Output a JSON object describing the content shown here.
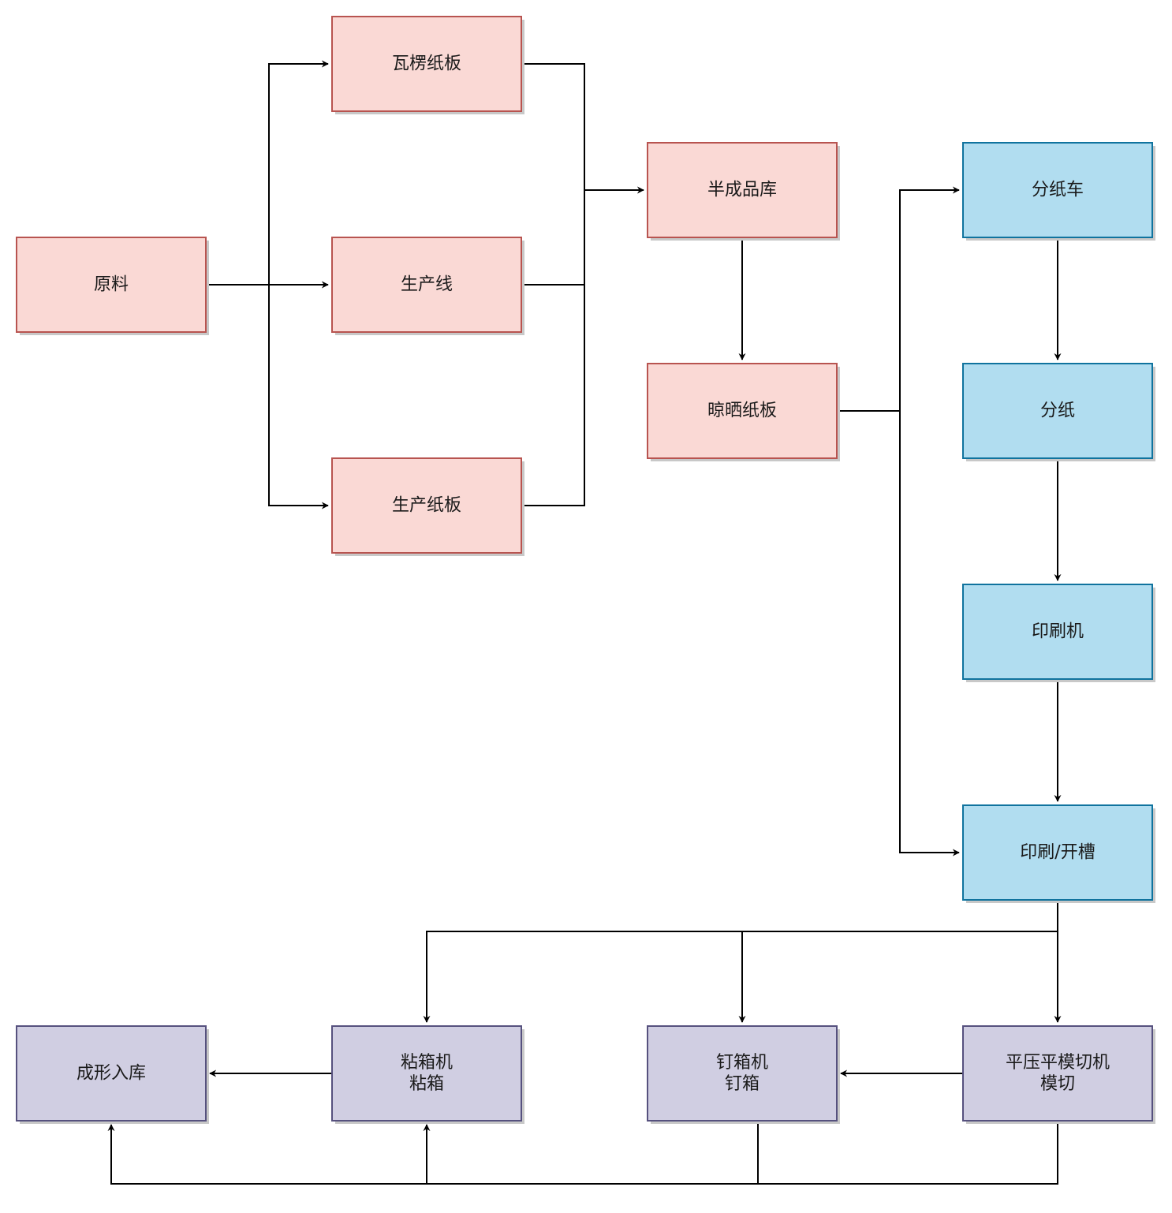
{
  "colors": {
    "pink_fill": "#fad9d5",
    "pink_stroke": "#b85450",
    "blue_fill": "#b1ddf0",
    "blue_stroke": "#10739e",
    "purple_fill": "#d0cee2",
    "purple_stroke": "#56517e",
    "edge": "#000000"
  },
  "nodes": {
    "raw": {
      "lines": [
        "原料"
      ]
    },
    "corrugated": {
      "lines": [
        "瓦楞纸板"
      ]
    },
    "line": {
      "lines": [
        "生产线"
      ]
    },
    "produce": {
      "lines": [
        "生产纸板"
      ]
    },
    "semi": {
      "lines": [
        "半成品库"
      ]
    },
    "drying": {
      "lines": [
        "晾晒纸板"
      ]
    },
    "slitter": {
      "lines": [
        "分纸车"
      ]
    },
    "slit": {
      "lines": [
        "分纸"
      ]
    },
    "printer": {
      "lines": [
        "印刷机"
      ]
    },
    "print_slot": {
      "lines": [
        "印刷/开槽"
      ]
    },
    "diecut": {
      "lines": [
        "平压平模切机",
        "模切"
      ]
    },
    "stitch": {
      "lines": [
        "钉箱机",
        "钉箱"
      ]
    },
    "glue": {
      "lines": [
        "粘箱机",
        "粘箱"
      ]
    },
    "store": {
      "lines": [
        "成形入库"
      ]
    }
  }
}
